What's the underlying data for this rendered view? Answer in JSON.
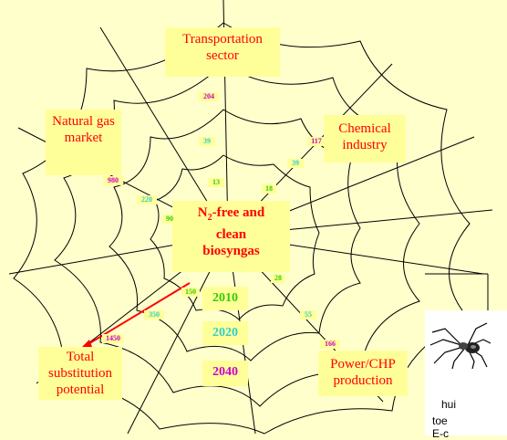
{
  "sectors": {
    "transportation": "Transportation sector",
    "natural_gas": "Natural gas market",
    "chemical": "Chemical industry",
    "power": "Power/CHP production",
    "total": "Total substitution potential"
  },
  "center": {
    "line1_prefix": "N",
    "line1_sub": "2",
    "line1_suffix": "-free and",
    "line2": "clean",
    "line3": "biosyngas"
  },
  "years": [
    "2010",
    "2020",
    "2040"
  ],
  "values": {
    "transportation": [
      "13",
      "39",
      "204"
    ],
    "natural_gas": [
      "90",
      "220",
      "980"
    ],
    "chemical": [
      "18",
      "39",
      "117"
    ],
    "power": [
      "28",
      "55",
      "166"
    ],
    "total": [
      "150",
      "350",
      "1450"
    ]
  },
  "colors": {
    "2010": "#33cc00",
    "2020": "#33cccc",
    "2040": "#cc00cc",
    "label": "#ff0000"
  },
  "legend": {
    "lines": [
      "hui",
      "toe",
      "E-c"
    ]
  },
  "icons": {
    "spider": "spider-icon"
  }
}
